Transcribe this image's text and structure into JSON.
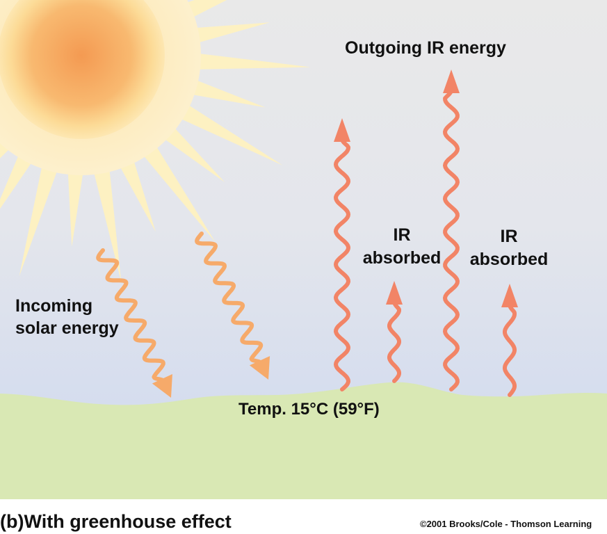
{
  "labels": {
    "outgoing": "Outgoing IR energy",
    "ir_abs_1_line1": "IR",
    "ir_abs_1_line2": "absorbed",
    "ir_abs_2_line1": "IR",
    "ir_abs_2_line2": "absorbed",
    "incoming_line1": "Incoming",
    "incoming_line2": "solar energy",
    "temperature": "Temp. 15°C (59°F)"
  },
  "caption": "(b)With greenhouse effect",
  "copyright": "©2001 Brooks/Cole - Thomson Learning",
  "colors": {
    "ir_arrow": "#f28466",
    "solar_arrow": "#f6aa6a",
    "ground": "#d9e8b4",
    "sky_top": "#e9e9e9",
    "sky_bottom": "#cdd8ef",
    "sun_core": "#f7a45c",
    "sun_rays": "#fdf1c2"
  }
}
